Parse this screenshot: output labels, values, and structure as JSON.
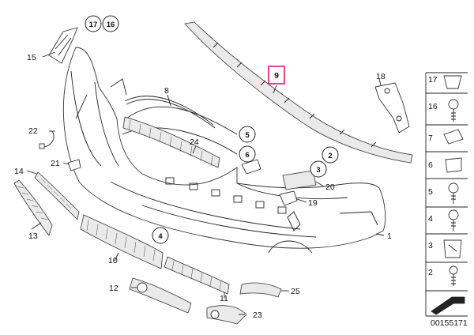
{
  "diagram": {
    "callouts": [
      {
        "id": "c1",
        "text": "1"
      },
      {
        "id": "c2",
        "text": "2"
      },
      {
        "id": "c3",
        "text": "3"
      },
      {
        "id": "c4",
        "text": "4"
      },
      {
        "id": "c5",
        "text": "5"
      },
      {
        "id": "c6",
        "text": "6"
      },
      {
        "id": "c8",
        "text": "8"
      },
      {
        "id": "c9",
        "text": "9"
      },
      {
        "id": "c10",
        "text": "10"
      },
      {
        "id": "c11",
        "text": "11"
      },
      {
        "id": "c12",
        "text": "12"
      },
      {
        "id": "c13",
        "text": "13"
      },
      {
        "id": "c14",
        "text": "14"
      },
      {
        "id": "c15",
        "text": "15"
      },
      {
        "id": "c16",
        "text": "16"
      },
      {
        "id": "c17",
        "text": "17"
      },
      {
        "id": "c18",
        "text": "18"
      },
      {
        "id": "c19",
        "text": "19"
      },
      {
        "id": "c20",
        "text": "20"
      },
      {
        "id": "c21",
        "text": "21"
      },
      {
        "id": "c22",
        "text": "22"
      },
      {
        "id": "c23",
        "text": "23"
      },
      {
        "id": "c24",
        "text": "24"
      },
      {
        "id": "c25",
        "text": "25"
      }
    ],
    "sidebar": [
      {
        "text": "17"
      },
      {
        "text": "16"
      },
      {
        "text": "7"
      },
      {
        "text": "6"
      },
      {
        "text": "5"
      },
      {
        "text": "4"
      },
      {
        "text": "3"
      },
      {
        "text": "2"
      }
    ],
    "doc_number": "00155171",
    "highlight_color": "#e0147a"
  }
}
